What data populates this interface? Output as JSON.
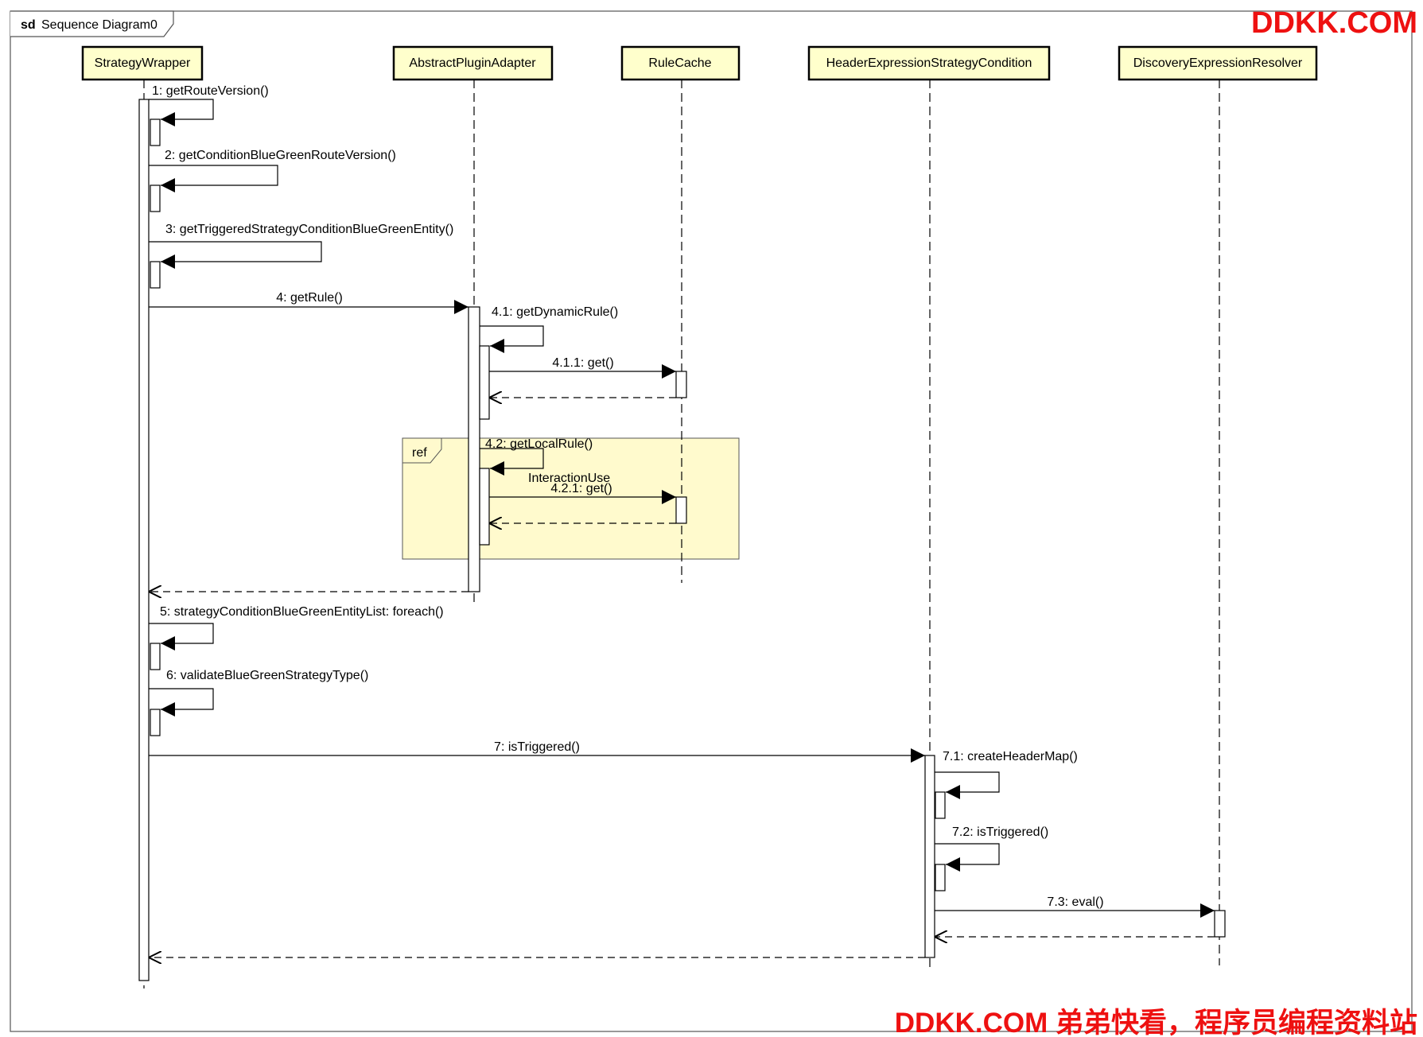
{
  "frame": {
    "keyword": "sd",
    "name": "Sequence Diagram0"
  },
  "colors": {
    "participant_fill": "#ffffcc",
    "ref_fill": "#fffacd",
    "watermark": "#ee1111",
    "line": "#000000"
  },
  "participants": [
    {
      "id": "sw",
      "label": "StrategyWrapper"
    },
    {
      "id": "apa",
      "label": "AbstractPluginAdapter"
    },
    {
      "id": "rc",
      "label": "RuleCache"
    },
    {
      "id": "hesc",
      "label": "HeaderExpressionStrategyCondition"
    },
    {
      "id": "der",
      "label": "DiscoveryExpressionResolver"
    }
  ],
  "messages": [
    {
      "id": "m1",
      "label": "1: getRouteVersion()",
      "from": "sw",
      "to": "sw",
      "kind": "self"
    },
    {
      "id": "m2",
      "label": "2: getConditionBlueGreenRouteVersion()",
      "from": "sw",
      "to": "sw",
      "kind": "self"
    },
    {
      "id": "m3",
      "label": "3: getTriggeredStrategyConditionBlueGreenEntity()",
      "from": "sw",
      "to": "sw",
      "kind": "self"
    },
    {
      "id": "m4",
      "label": "4: getRule()",
      "from": "sw",
      "to": "apa",
      "kind": "call"
    },
    {
      "id": "m41",
      "label": "4.1: getDynamicRule()",
      "from": "apa",
      "to": "apa",
      "kind": "self"
    },
    {
      "id": "m411",
      "label": "4.1.1: get()",
      "from": "apa",
      "to": "rc",
      "kind": "call"
    },
    {
      "id": "m411r",
      "label": "",
      "from": "rc",
      "to": "apa",
      "kind": "return"
    },
    {
      "id": "m42",
      "label": "4.2: getLocalRule()",
      "from": "apa",
      "to": "apa",
      "kind": "self"
    },
    {
      "id": "m421",
      "label": "4.2.1: get()",
      "from": "apa",
      "to": "rc",
      "kind": "call"
    },
    {
      "id": "m421r",
      "label": "",
      "from": "rc",
      "to": "apa",
      "kind": "return"
    },
    {
      "id": "m4r",
      "label": "",
      "from": "apa",
      "to": "sw",
      "kind": "return"
    },
    {
      "id": "m5",
      "label": "5: strategyConditionBlueGreenEntityList: foreach()",
      "from": "sw",
      "to": "sw",
      "kind": "self"
    },
    {
      "id": "m6",
      "label": "6: validateBlueGreenStrategyType()",
      "from": "sw",
      "to": "sw",
      "kind": "self"
    },
    {
      "id": "m7",
      "label": "7: isTriggered()",
      "from": "sw",
      "to": "hesc",
      "kind": "call"
    },
    {
      "id": "m71",
      "label": "7.1: createHeaderMap()",
      "from": "hesc",
      "to": "hesc",
      "kind": "self"
    },
    {
      "id": "m72",
      "label": "7.2: isTriggered()",
      "from": "hesc",
      "to": "hesc",
      "kind": "self"
    },
    {
      "id": "m73",
      "label": "7.3: eval()",
      "from": "hesc",
      "to": "der",
      "kind": "call"
    },
    {
      "id": "m73r",
      "label": "",
      "from": "der",
      "to": "hesc",
      "kind": "return"
    },
    {
      "id": "m7r",
      "label": "",
      "from": "hesc",
      "to": "sw",
      "kind": "return"
    }
  ],
  "interaction_use": {
    "keyword": "ref",
    "name": "InteractionUse"
  },
  "watermarks": {
    "top": "DDKK.COM",
    "bottom": "DDKK.COM 弟弟快看，程序员编程资料站"
  }
}
